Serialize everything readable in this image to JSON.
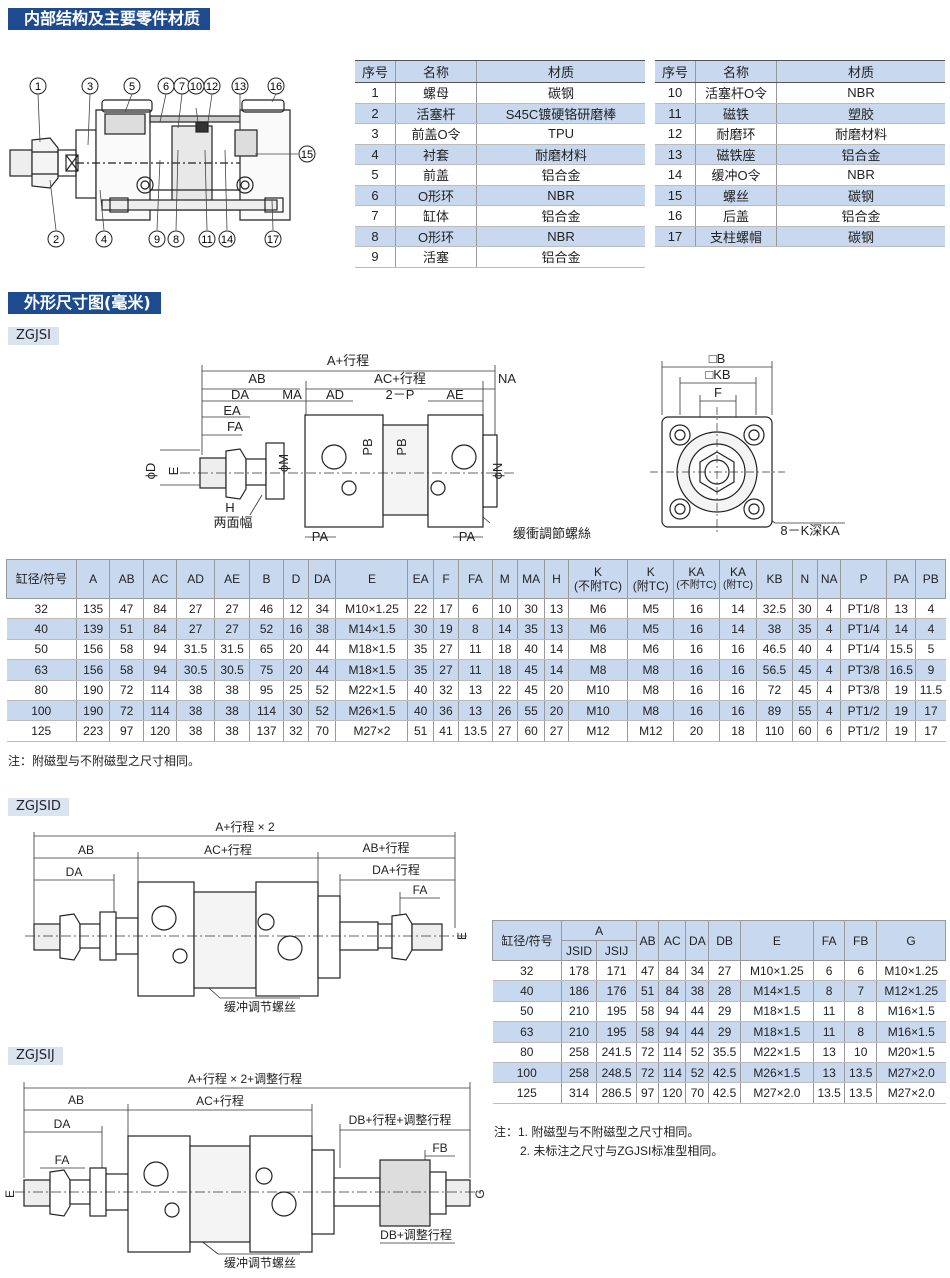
{
  "section1_title": "内部结构及主要零件材质",
  "section2_title": "外形尺寸图(毫米)",
  "model_zgjsi": "ZGJSI",
  "model_zgjsid": "ZGJSID",
  "model_zgjsij": "ZGJSIJ",
  "parts_headers": [
    "序号",
    "名称",
    "材质"
  ],
  "parts_left": [
    [
      "1",
      "螺母",
      "碳钢"
    ],
    [
      "2",
      "活塞杆",
      "S45C镀硬铬研磨棒"
    ],
    [
      "3",
      "前盖O令",
      "TPU"
    ],
    [
      "4",
      "衬套",
      "耐磨材料"
    ],
    [
      "5",
      "前盖",
      "铝合金"
    ],
    [
      "6",
      "O形环",
      "NBR"
    ],
    [
      "7",
      "缸体",
      "铝合金"
    ],
    [
      "8",
      "O形环",
      "NBR"
    ],
    [
      "9",
      "活塞",
      "铝合金"
    ]
  ],
  "parts_right": [
    [
      "10",
      "活塞杆O令",
      "NBR"
    ],
    [
      "11",
      "磁铁",
      "塑胶"
    ],
    [
      "12",
      "耐磨环",
      "耐磨材料"
    ],
    [
      "13",
      "磁铁座",
      "铝合金"
    ],
    [
      "14",
      "缓冲O令",
      "NBR"
    ],
    [
      "15",
      "螺丝",
      "碳钢"
    ],
    [
      "16",
      "后盖",
      "铝合金"
    ],
    [
      "17",
      "支柱螺帽",
      "碳钢"
    ]
  ],
  "callouts_top": [
    "1",
    "3",
    "5",
    "6",
    "7",
    "10",
    "12",
    "13",
    "16"
  ],
  "callouts_bottom": [
    "2",
    "4",
    "9",
    "8",
    "11",
    "14",
    "17"
  ],
  "callout_15": "15",
  "zgjsi_dims": {
    "a_stroke": "A+行程",
    "ab": "AB",
    "ac_stroke": "AC+行程",
    "da": "DA",
    "ma": "MA",
    "ad": "AD",
    "two_p": "2－P",
    "ae": "AE",
    "na": "NA",
    "ea": "EA",
    "fa": "FA",
    "pb": "PB",
    "phi_d": "ϕD",
    "e": "E",
    "phi_m": "ϕM",
    "phi_n": "ϕN",
    "h": "H",
    "two_faces": "两面幅",
    "pa": "PA",
    "cushion": "缓衝調節螺絲",
    "sq_b": "□B",
    "sq_kb": "□KB",
    "f": "F",
    "k_ka": "8－K深KA"
  },
  "dim_headers": [
    "缸径/符号",
    "A",
    "AB",
    "AC",
    "AD",
    "AE",
    "B",
    "D",
    "DA",
    "E",
    "EA",
    "F",
    "FA",
    "M",
    "MA",
    "H",
    "K",
    "K",
    "KA",
    "KA",
    "KB",
    "N",
    "NA",
    "P",
    "PA",
    "PB"
  ],
  "dim_header_subs": {
    "k1": "(不附TC)",
    "k2": "(附TC)",
    "ka1": "(不附TC)",
    "ka2": "(附TC)"
  },
  "dim_rows": [
    [
      "32",
      "135",
      "47",
      "84",
      "27",
      "27",
      "46",
      "12",
      "34",
      "M10×1.25",
      "22",
      "17",
      "6",
      "10",
      "30",
      "13",
      "M6",
      "M5",
      "16",
      "14",
      "32.5",
      "30",
      "4",
      "PT1/8",
      "13",
      "4"
    ],
    [
      "40",
      "139",
      "51",
      "84",
      "27",
      "27",
      "52",
      "16",
      "38",
      "M14×1.5",
      "30",
      "19",
      "8",
      "14",
      "35",
      "13",
      "M6",
      "M5",
      "16",
      "14",
      "38",
      "35",
      "4",
      "PT1/4",
      "14",
      "4"
    ],
    [
      "50",
      "156",
      "58",
      "94",
      "31.5",
      "31.5",
      "65",
      "20",
      "44",
      "M18×1.5",
      "35",
      "27",
      "11",
      "18",
      "40",
      "14",
      "M8",
      "M6",
      "16",
      "16",
      "46.5",
      "40",
      "4",
      "PT1/4",
      "15.5",
      "5"
    ],
    [
      "63",
      "156",
      "58",
      "94",
      "30.5",
      "30.5",
      "75",
      "20",
      "44",
      "M18×1.5",
      "35",
      "27",
      "11",
      "18",
      "45",
      "14",
      "M8",
      "M8",
      "16",
      "16",
      "56.5",
      "45",
      "4",
      "PT3/8",
      "16.5",
      "9"
    ],
    [
      "80",
      "190",
      "72",
      "114",
      "38",
      "38",
      "95",
      "25",
      "52",
      "M22×1.5",
      "40",
      "32",
      "13",
      "22",
      "45",
      "20",
      "M10",
      "M8",
      "16",
      "16",
      "72",
      "45",
      "4",
      "PT3/8",
      "19",
      "11.5"
    ],
    [
      "100",
      "190",
      "72",
      "114",
      "38",
      "38",
      "114",
      "30",
      "52",
      "M26×1.5",
      "40",
      "36",
      "13",
      "26",
      "55",
      "20",
      "M10",
      "M8",
      "16",
      "16",
      "89",
      "55",
      "4",
      "PT1/2",
      "19",
      "17"
    ],
    [
      "125",
      "223",
      "97",
      "120",
      "38",
      "38",
      "137",
      "32",
      "70",
      "M27×2",
      "51",
      "41",
      "13.5",
      "27",
      "60",
      "27",
      "M12",
      "M12",
      "20",
      "18",
      "110",
      "60",
      "6",
      "PT1/2",
      "19",
      "17"
    ]
  ],
  "note1": "注：附磁型与不附磁型之尺寸相同。",
  "zgjsid_dims": {
    "a2": "A+行程 × 2",
    "ab": "AB",
    "ac": "AC+行程",
    "ab_stroke": "AB+行程",
    "da": "DA",
    "da_stroke": "DA+行程",
    "fa": "FA",
    "e": "E",
    "cushion": "缓冲调节螺丝"
  },
  "zgjsij_dims": {
    "a_adj": "A+行程 × 2+调整行程",
    "ab": "AB",
    "ac": "AC+行程",
    "da": "DA",
    "db_adj": "DB+行程+调整行程",
    "fb": "FB",
    "fa": "FA",
    "e": "E",
    "g": "G",
    "db_adj2": "DB+调整行程",
    "cushion": "缓冲调节螺丝"
  },
  "t2_headers": {
    "bore": "缸径/符号",
    "a": "A",
    "jsid": "JSID",
    "jsij": "JSIJ",
    "ab": "AB",
    "ac": "AC",
    "da": "DA",
    "db": "DB",
    "e": "E",
    "fa": "FA",
    "fb": "FB",
    "g": "G"
  },
  "t2_rows": [
    [
      "32",
      "178",
      "171",
      "47",
      "84",
      "34",
      "27",
      "M10×1.25",
      "6",
      "6",
      "M10×1.25"
    ],
    [
      "40",
      "186",
      "176",
      "51",
      "84",
      "38",
      "28",
      "M14×1.5",
      "8",
      "7",
      "M12×1.25"
    ],
    [
      "50",
      "210",
      "195",
      "58",
      "94",
      "44",
      "29",
      "M18×1.5",
      "11",
      "8",
      "M16×1.5"
    ],
    [
      "63",
      "210",
      "195",
      "58",
      "94",
      "44",
      "29",
      "M18×1.5",
      "11",
      "8",
      "M16×1.5"
    ],
    [
      "80",
      "258",
      "241.5",
      "72",
      "114",
      "52",
      "35.5",
      "M22×1.5",
      "13",
      "10",
      "M20×1.5"
    ],
    [
      "100",
      "258",
      "248.5",
      "72",
      "114",
      "52",
      "42.5",
      "M26×1.5",
      "13",
      "13.5",
      "M27×2.0"
    ],
    [
      "125",
      "314",
      "286.5",
      "97",
      "120",
      "70",
      "42.5",
      "M27×2.0",
      "13.5",
      "13.5",
      "M27×2.0"
    ]
  ],
  "note2_1": "注：1. 附磁型与不附磁型之尺寸相同。",
  "note2_2": "2. 未标注之尺寸与ZGJSI标准型相同。"
}
